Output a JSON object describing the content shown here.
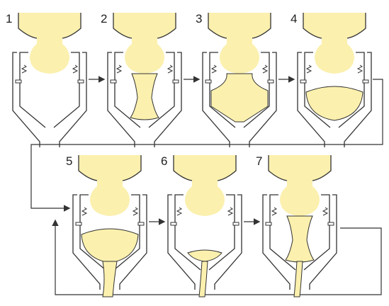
{
  "diagram": {
    "liquid_color": "#fbf0ae",
    "line_color": "#333333",
    "steps": [
      {
        "label": "1",
        "upper": "full",
        "lower": "empty",
        "flow": "none"
      },
      {
        "label": "2",
        "upper": "full",
        "lower": "column",
        "flow": "none"
      },
      {
        "label": "3",
        "upper": "full",
        "lower": "mostly-full",
        "flow": "none"
      },
      {
        "label": "4",
        "upper": "full",
        "lower": "bowl",
        "flow": "none"
      },
      {
        "label": "5",
        "upper": "full",
        "lower": "bowl",
        "flow": "draining-wide"
      },
      {
        "label": "6",
        "upper": "full",
        "lower": "puddle",
        "flow": "draining-thin"
      },
      {
        "label": "7",
        "upper": "full",
        "lower": "column",
        "flow": "draining-thin"
      }
    ]
  }
}
